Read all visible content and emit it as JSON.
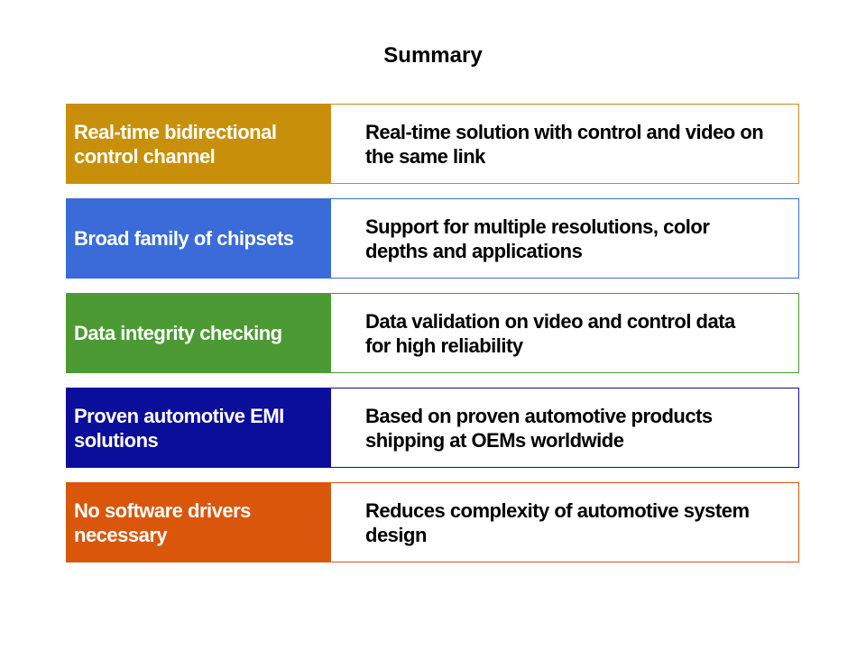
{
  "title": "Summary",
  "rows": [
    {
      "feature": "Real-time bidirectional control channel",
      "benefit": "Real-time solution with control and video on the same link",
      "color": "#C8900A"
    },
    {
      "feature": "Broad family of chipsets",
      "benefit": "Support for multiple resolutions, color depths and applications",
      "color": "#3A6BD8"
    },
    {
      "feature": "Data integrity checking",
      "benefit": "Data validation on video and control data for high reliability",
      "color": "#4C9A34"
    },
    {
      "feature": "Proven automotive EMI solutions",
      "benefit": "Based on proven automotive products shipping at OEMs worldwide",
      "color": "#0A0E9A"
    },
    {
      "feature": "No software drivers necessary",
      "benefit": "Reduces complexity of automotive system design",
      "color": "#D9560A"
    }
  ]
}
